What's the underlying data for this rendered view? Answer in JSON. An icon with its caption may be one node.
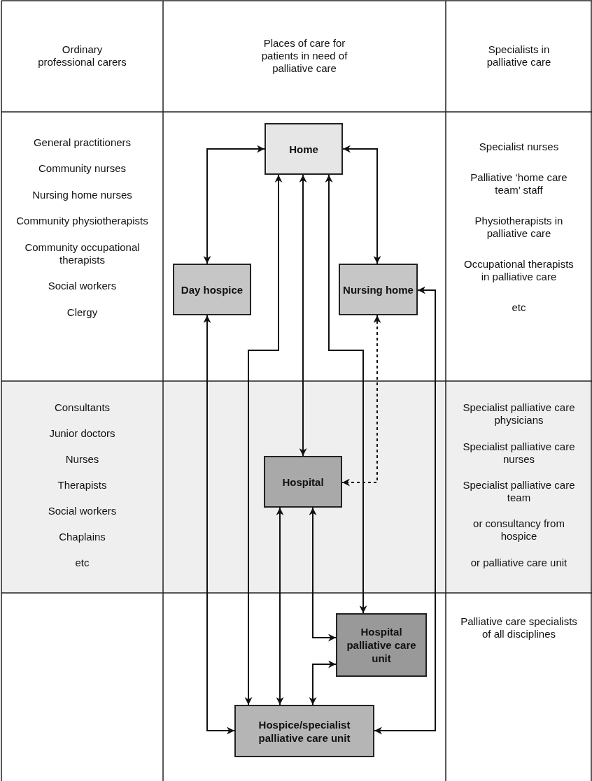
{
  "diagram": {
    "nodes": [
      {
        "text": [
          "Home"
        ]
      },
      {
        "text": [
          "Day hospice"
        ]
      },
      {
        "text": [
          "Nursing home"
        ]
      },
      {
        "text": [
          "Hospital"
        ]
      },
      {
        "text": [
          "Hospital palliative care unit"
        ]
      },
      {
        "text": [
          "Hospice/specialist palliative care unit"
        ]
      }
    ],
    "edges": [
      {
        "from": 0,
        "to": 1,
        "arrow": "both"
      },
      {
        "from": 0,
        "to": 2,
        "arrow": "both"
      },
      {
        "from": 0,
        "to": 5,
        "arrow": "both"
      },
      {
        "from": 0,
        "to": 3,
        "arrow": "both"
      },
      {
        "from": 0,
        "to": 4,
        "arrow": "both"
      },
      {
        "from": 1,
        "to": 5,
        "arrow": "both"
      },
      {
        "from": 2,
        "to": 5,
        "arrow": "both"
      },
      {
        "from": 2,
        "to": 3,
        "arrow": "both",
        "style": "dashed"
      },
      {
        "from": 3,
        "to": 5,
        "arrow": "both"
      },
      {
        "from": 3,
        "to": 4,
        "arrow": "both"
      },
      {
        "from": 4,
        "to": 5,
        "arrow": "both"
      }
    ],
    "labels": [
      "Ordinary professional carers",
      "Places of care for patients in need of palliative care",
      "Specialists in palliative care",
      "General practitioners",
      "Community nurses",
      "Nursing home nurses",
      "Community physiotherapists",
      "Community occupational therapists",
      "Social workers",
      "Clergy",
      "Specialist nurses",
      "Palliative ‘home care team’ staff",
      "Physiotherapists in palliative care",
      "Occupational therapists in palliative care",
      "etc",
      "Consultants",
      "Junior doctors",
      "Nurses",
      "Therapists",
      "Social workers",
      "Chaplains",
      "etc",
      "Specialist palliative care physicians",
      "Specialist palliative care nurses",
      "Specialist palliative care team",
      "or consultancy from hospice",
      "or palliative care unit",
      "Palliative care specialists of all disciplines"
    ]
  }
}
